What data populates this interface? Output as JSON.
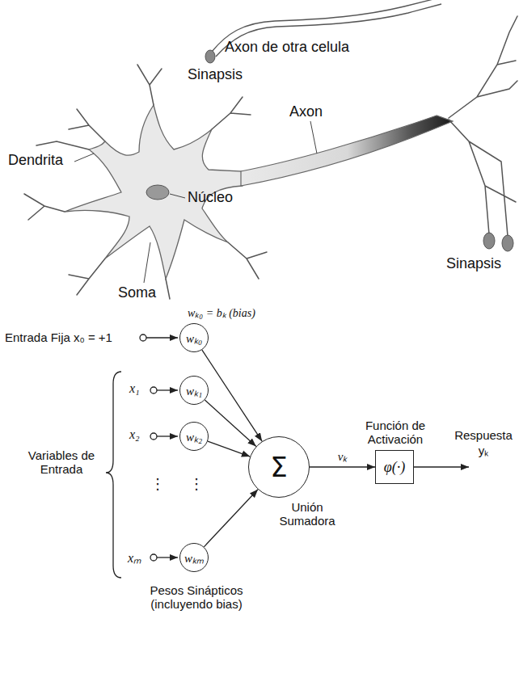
{
  "diagram": {
    "nodes": [
      {
        "text": [
          "wₖ₀"
        ]
      },
      {
        "text": [
          "wₖ₁"
        ]
      },
      {
        "text": [
          "wₖ₂"
        ]
      },
      {
        "text": [
          "wₖₘ"
        ]
      },
      {
        "text": [
          "Σ",
          "Unión Sumadora"
        ]
      },
      {
        "text": [
          "Función de Activación",
          "φ(·)"
        ]
      }
    ],
    "edges": [
      {
        "from": 0,
        "to": 4,
        "arrow": "to"
      },
      {
        "from": 1,
        "to": 4,
        "arrow": "to"
      },
      {
        "from": 2,
        "to": 4,
        "arrow": "to"
      },
      {
        "from": 3,
        "to": 4,
        "arrow": "to"
      },
      {
        "from": 4,
        "to": 5,
        "label": "vₖ",
        "arrow": "to"
      }
    ],
    "labels": [
      "Axon de otra celula",
      "Sinapsis",
      "Dendrita",
      "Axon",
      "Núcleo",
      "Sinapsis",
      "Soma",
      "Entrada Fija x₀ = +1",
      "wₖ₀ = bₖ (bias)",
      "x₁",
      "x₂",
      "⋮",
      "⋮",
      "xₘ",
      "Variables de Entrada",
      "Pesos Sinápticos (incluyendo bias)",
      "Respuesta yₖ"
    ]
  }
}
